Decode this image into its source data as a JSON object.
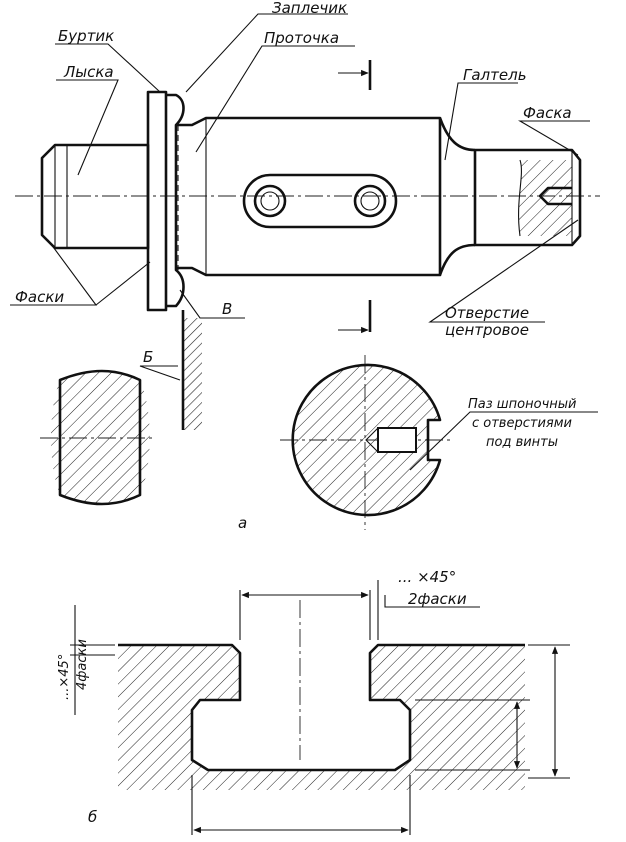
{
  "labels": {
    "zaplechik": "Заплечик",
    "burtik": "Буртик",
    "protochka": "Проточка",
    "lyska": "Лыска",
    "galtel": "Галтель",
    "faska": "Фаска",
    "faski": "Фаски",
    "b_letter": "Б",
    "v_letter": "В",
    "otverstie_line1": "Отверстие",
    "otverstie_line2": "центровое",
    "paz_line1": "Паз шпоночный",
    "paz_line2": "с отверстиями",
    "paz_line3": "под винты",
    "fig_a": "а",
    "chamfer_top_line1": "... ×45°",
    "chamfer_top_line2": "2фаски",
    "chamfer_left_line1": "...×45°",
    "chamfer_left_line2": "4фаски",
    "fig_b": "б"
  }
}
